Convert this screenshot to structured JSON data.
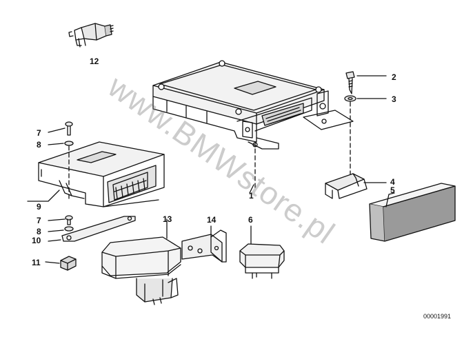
{
  "diagram": {
    "callouts": {
      "c1": "1",
      "c2": "2",
      "c3": "3",
      "c4": "4",
      "c5": "5",
      "c6": "6",
      "c7a": "7",
      "c7b": "7",
      "c8a": "8",
      "c8b": "8",
      "c9": "9",
      "c10": "10",
      "c11": "11",
      "c12": "12",
      "c13": "13",
      "c14": "14"
    },
    "document_number": "00001991",
    "watermark": "www.BMWstore.pl"
  }
}
